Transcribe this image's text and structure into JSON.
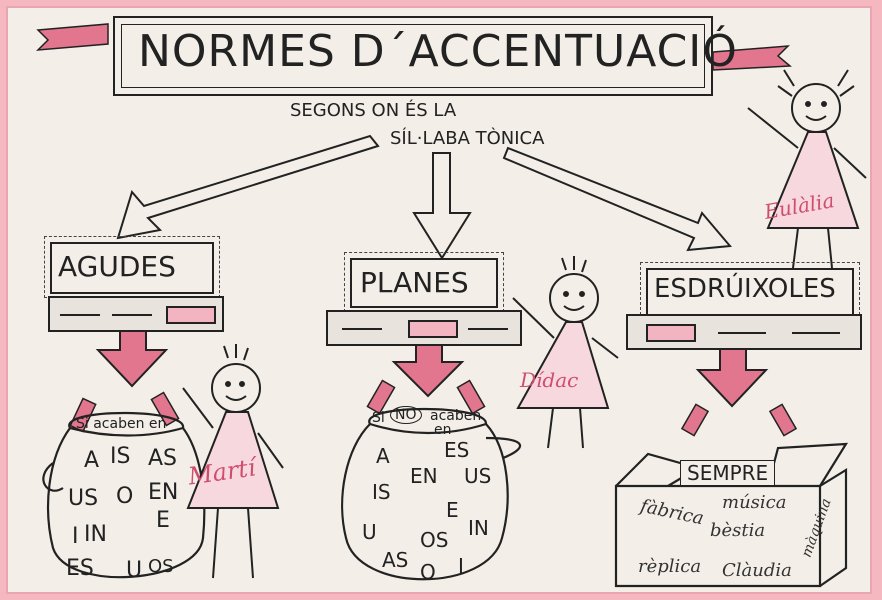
{
  "title": "NORMES D´ACCENTUACIÓ",
  "subtitle_line1": "SEGONS ON ÉS LA",
  "subtitle_line2": "SÍL·LABA TÒNICA",
  "categories": {
    "agudes": "AGUDES",
    "planes": "PLANES",
    "esdruixoles": "ESDRÚIXOLES"
  },
  "names": {
    "marti": "Martí",
    "didac": "Dídac",
    "eulalia": "Eulàlia"
  },
  "bag_agudes": {
    "label": "Si acaben en",
    "endings": [
      "A",
      "IS",
      "AS",
      "US",
      "O",
      "EN",
      "IN",
      "E",
      "I",
      "ES",
      "U",
      "OS"
    ]
  },
  "bag_planes": {
    "label_si": "Si",
    "label_no": "NO",
    "label_acaben": "acaben",
    "label_en": "en",
    "endings": [
      "ES",
      "A",
      "EN",
      "US",
      "IS",
      "E",
      "IN",
      "U",
      "OS",
      "AS",
      "O",
      "I"
    ]
  },
  "box_esdruixoles": {
    "label": "SEMPRE",
    "examples": [
      "música",
      "fàbrica",
      "bèstia",
      "màquina",
      "rèplica",
      "Clàudia"
    ]
  },
  "colors": {
    "pink": "#e2768f",
    "pink_light": "#f2b4c0",
    "ink": "#222222",
    "paper": "#f3efe8"
  }
}
